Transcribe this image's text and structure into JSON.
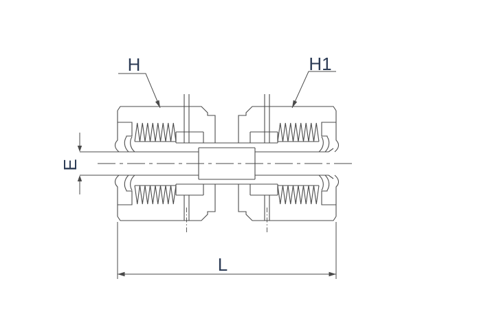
{
  "drawing": {
    "title": "union fitting cross-section drawing",
    "labels": {
      "h": "H",
      "h1": "H1",
      "e": "E",
      "l": "L"
    },
    "colors": {
      "line": "#4a4a4a",
      "label": "#2c3b55",
      "background": "#ffffff"
    }
  }
}
